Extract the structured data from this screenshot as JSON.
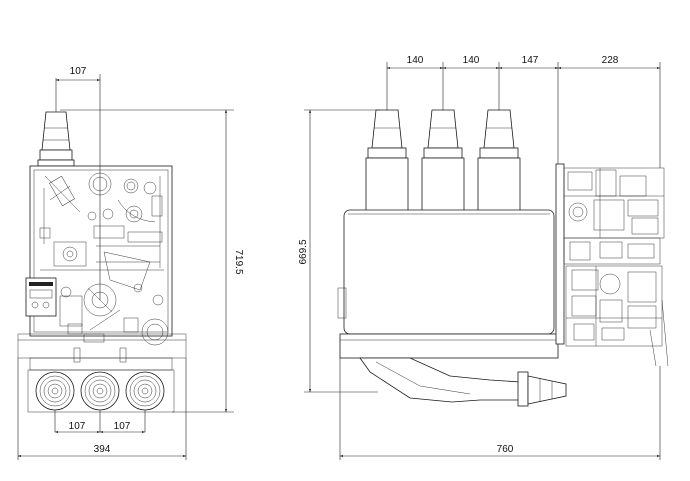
{
  "front_view": {
    "top_offset": "107",
    "height": "719.5",
    "bottom_spacing_left": "107",
    "bottom_spacing_right": "107",
    "width": "394"
  },
  "side_view": {
    "pole_spacing_1": "140",
    "pole_spacing_2": "140",
    "pole_to_mechanism": "147",
    "mechanism_depth": "228",
    "height": "669.5",
    "total_length": "760"
  }
}
